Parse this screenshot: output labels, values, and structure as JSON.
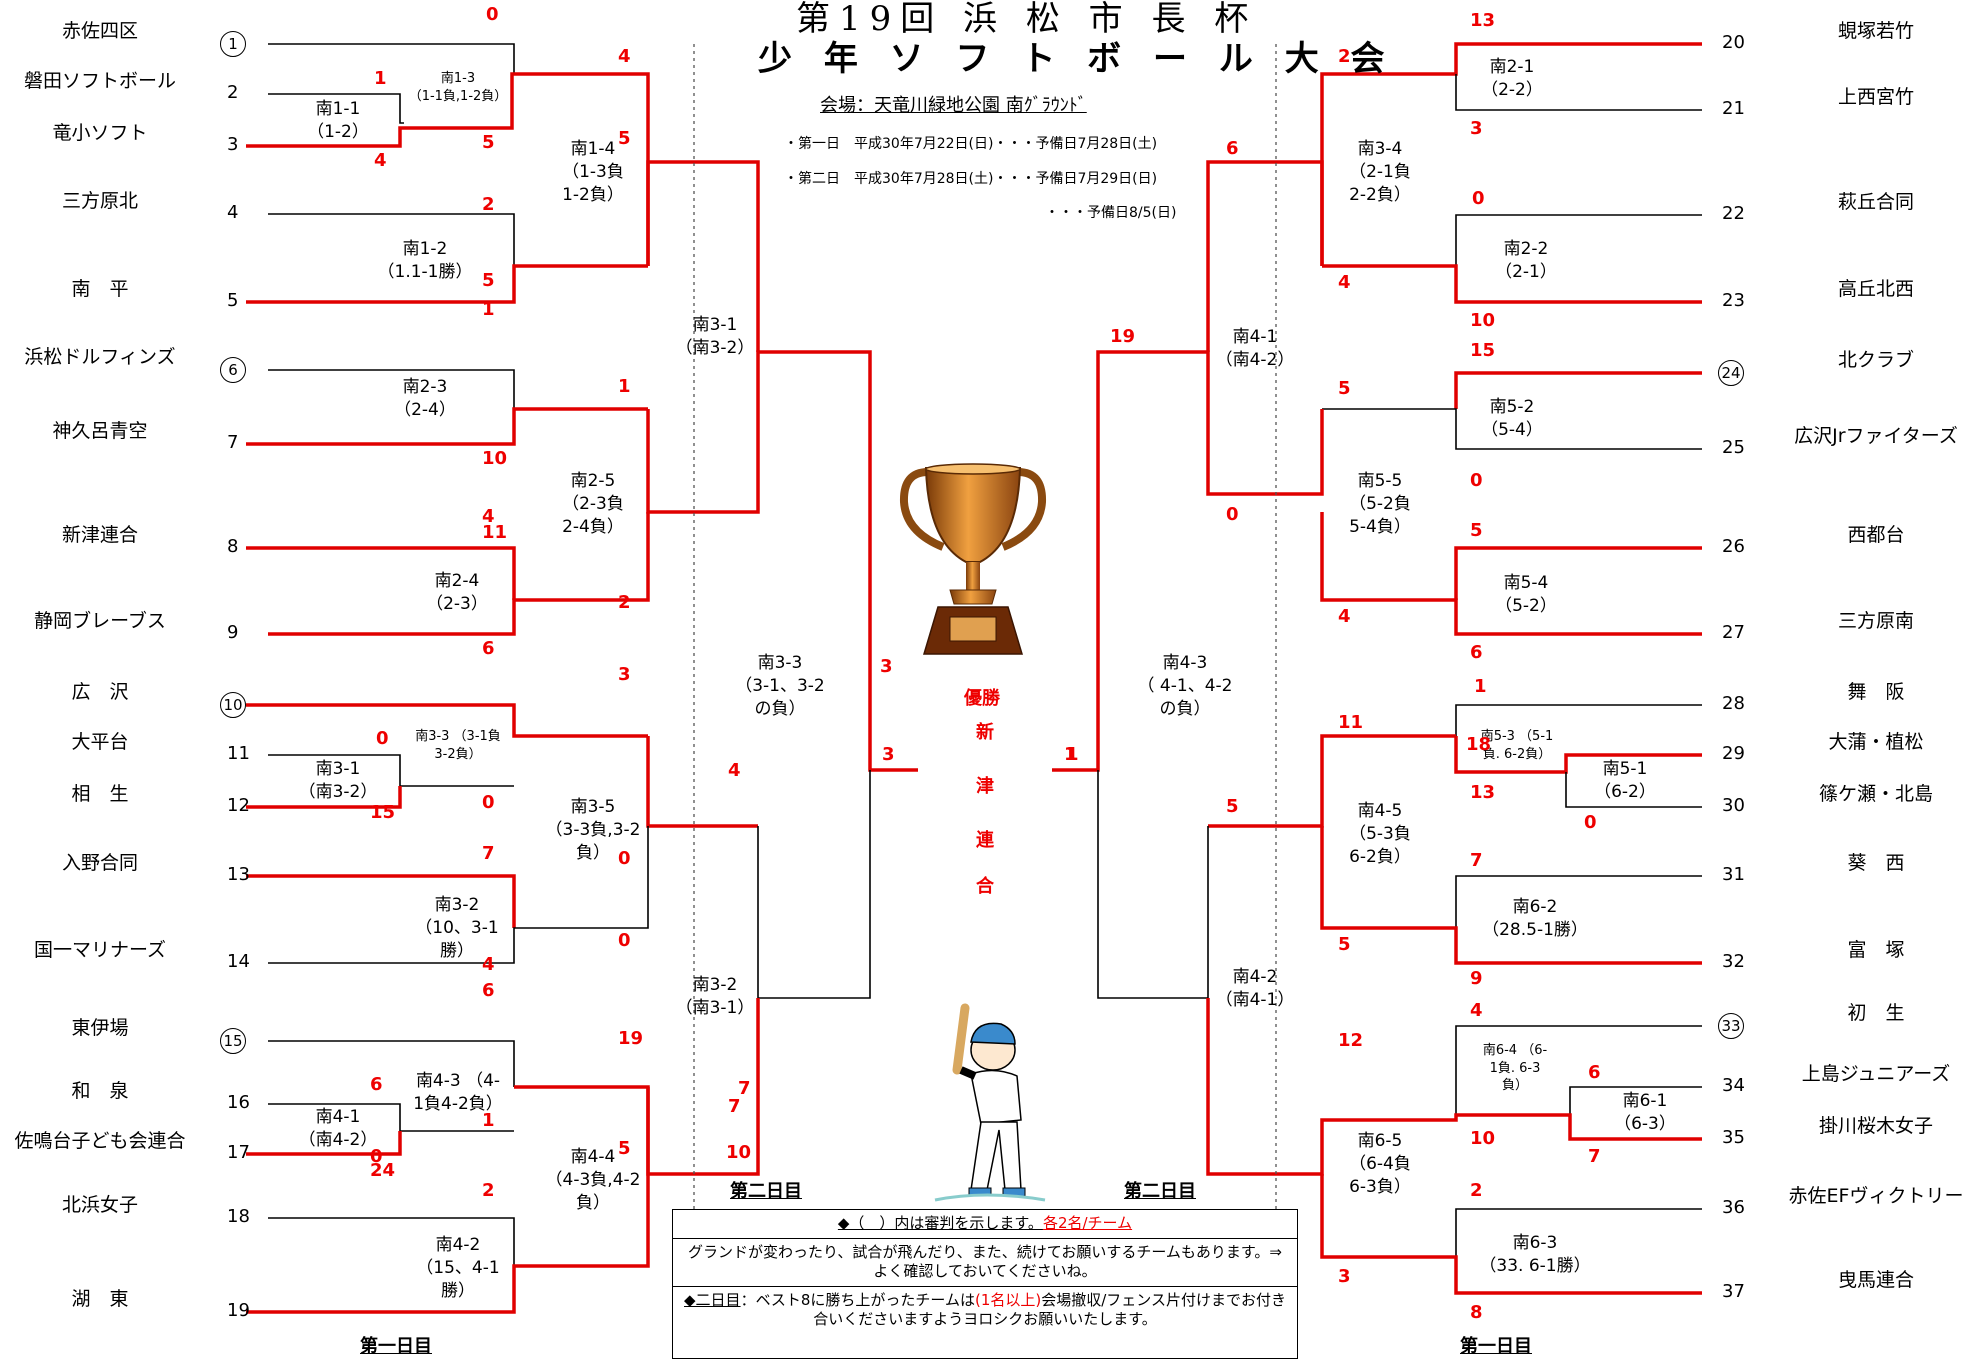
{
  "title": {
    "line1": "第19回 浜 松 市 長 杯",
    "line2": "少 年 ソ フ ト ボ ー ル 大 会"
  },
  "venue": "会場：天竜川緑地公園 南ｸﾞﾗｳﾝﾄﾞ",
  "schedule": [
    "・第一日　平成30年7月22日(日)・・・予備日7月28日(土)",
    "・第二日　平成30年7月28日(土)・・・予備日7月29日(日)",
    "・・・予備日8/5(日)"
  ],
  "champion": {
    "label": "優勝",
    "name": [
      "新",
      "津",
      "連",
      "合"
    ]
  },
  "days": {
    "day1_left": "第一日目",
    "day1_right": "第一日目",
    "day2_left": "第二日目",
    "day2_right": "第二日目"
  },
  "left_teams": [
    {
      "seed": "1",
      "circled": true,
      "name": "赤佐四区"
    },
    {
      "seed": "2",
      "circled": false,
      "name": "磐田ソフトボール"
    },
    {
      "seed": "3",
      "circled": false,
      "name": "竜小ソフト"
    },
    {
      "seed": "4",
      "circled": false,
      "name": "三方原北"
    },
    {
      "seed": "5",
      "circled": false,
      "name": "南　平"
    },
    {
      "seed": "6",
      "circled": true,
      "name": "浜松ドルフィンズ"
    },
    {
      "seed": "7",
      "circled": false,
      "name": "神久呂青空"
    },
    {
      "seed": "8",
      "circled": false,
      "name": "新津連合"
    },
    {
      "seed": "9",
      "circled": false,
      "name": "静岡ブレーブス"
    },
    {
      "seed": "10",
      "circled": true,
      "name": "広　沢"
    },
    {
      "seed": "11",
      "circled": false,
      "name": "大平台"
    },
    {
      "seed": "12",
      "circled": false,
      "name": "相　生"
    },
    {
      "seed": "13",
      "circled": false,
      "name": "入野合同"
    },
    {
      "seed": "14",
      "circled": false,
      "name": "国一マリナーズ"
    },
    {
      "seed": "15",
      "circled": true,
      "name": "東伊場"
    },
    {
      "seed": "16",
      "circled": false,
      "name": "和　泉"
    },
    {
      "seed": "17",
      "circled": false,
      "name": "佐鳴台子ども会連合"
    },
    {
      "seed": "18",
      "circled": false,
      "name": "北浜女子"
    },
    {
      "seed": "19",
      "circled": false,
      "name": "湖　東"
    }
  ],
  "right_teams": [
    {
      "seed": "20",
      "circled": false,
      "name": "蜆塚若竹"
    },
    {
      "seed": "21",
      "circled": false,
      "name": "上西宮竹"
    },
    {
      "seed": "22",
      "circled": false,
      "name": "萩丘合同"
    },
    {
      "seed": "23",
      "circled": false,
      "name": "高丘北西"
    },
    {
      "seed": "24",
      "circled": true,
      "name": "北クラブ"
    },
    {
      "seed": "25",
      "circled": false,
      "name": "広沢Jrファイターズ"
    },
    {
      "seed": "26",
      "circled": false,
      "name": "西都台"
    },
    {
      "seed": "27",
      "circled": false,
      "name": "三方原南"
    },
    {
      "seed": "28",
      "circled": false,
      "name": "舞　阪"
    },
    {
      "seed": "29",
      "circled": false,
      "name": "大蒲・植松"
    },
    {
      "seed": "30",
      "circled": false,
      "name": "篠ケ瀬・北島"
    },
    {
      "seed": "31",
      "circled": false,
      "name": "葵　西"
    },
    {
      "seed": "32",
      "circled": false,
      "name": "富　塚"
    },
    {
      "seed": "33",
      "circled": true,
      "name": "初　生"
    },
    {
      "seed": "34",
      "circled": false,
      "name": "上島ジュニアーズ"
    },
    {
      "seed": "35",
      "circled": false,
      "name": "掛川桜木女子"
    },
    {
      "seed": "36",
      "circled": false,
      "name": "赤佐EFヴィクトリー"
    },
    {
      "seed": "37",
      "circled": false,
      "name": "曳馬連合"
    }
  ],
  "matches": {
    "m11": "南1-1\n（1-2）",
    "m13": "南1-3\n（1-1負,1-2負）",
    "m12": "南1-2\n（1.1-1勝）",
    "m14": "南1-4\n（1-3負\n1-2負）",
    "m23": "南2-3\n（2-4）",
    "m24": "南2-4\n（2-3）",
    "m25": "南2-5\n（2-3負\n2-4負）",
    "m31": "南3-1\n（南3-2）",
    "m31b": "南3-1\n（南3-2）",
    "m33a": "南3-3 （3-1負\n3-2負）",
    "m32": "南3-2\n（10、3-1\n勝）",
    "m35": "南3-5\n（3-3負,3-2\n負）",
    "m33": "南3-3\n（3-1、3-2\nの負）",
    "m32b": "南3-2\n（南3-1）",
    "m41": "南4-1\n（南4-2）",
    "m43": "南4-3 （4-\n1負4-2負）",
    "m42": "南4-2\n（15、4-1\n勝）",
    "m44": "南4-4\n（4-3負,4-2\n負）",
    "r21": "南2-1\n（2-2）",
    "r22": "南2-2\n（2-1）",
    "r34": "南3-4\n（2-1負\n2-2負）",
    "r41": "南4-1\n（南4-2）",
    "r52": "南5-2\n（5-4）",
    "r54": "南5-4\n（5-2）",
    "r55": "南5-5\n（5-2負\n5-4負）",
    "r43": "南4-3\n（ 4-1、4-2\nの負）",
    "r53": "南5-3 （5-1\n負. 6-2負）",
    "r51": "南5-1\n（6-2）",
    "r45": "南4-5\n（5-3負\n6-2負）",
    "r62": "南6-2\n（28.5-1勝）",
    "r42": "南4-2\n（南4-1）",
    "r64": "南6-4 （6-\n1負. 6-3\n負）",
    "r61": "南6-1\n（6-3）",
    "r65": "南6-5\n（6-4負\n6-3負）",
    "r63": "南6-3\n（33. 6-1勝）"
  },
  "scores": {
    "a": [
      "0",
      "1",
      "4",
      "5",
      "4",
      "2",
      "5",
      "5",
      "1",
      "1",
      "10",
      "4",
      "11",
      "2",
      "6",
      "0",
      "3",
      "15",
      "0",
      "7",
      "0",
      "4",
      "0",
      "6",
      "19",
      "7",
      "24",
      "1",
      "0",
      "2",
      "6",
      "7",
      "5",
      "3",
      "4",
      "10",
      "3",
      "1"
    ],
    "b": [
      "13",
      "3",
      "2",
      "6",
      "0",
      "10",
      "4",
      "15",
      "5",
      "0",
      "19",
      "0",
      "5",
      "4",
      "6",
      "1",
      "11",
      "18",
      "13",
      "0",
      "5",
      "7",
      "5",
      "9",
      "4",
      "12",
      "6",
      "10",
      "7",
      "2",
      "3",
      "8",
      "1"
    ]
  },
  "notes": {
    "row1_a": "◆（　）内は審判を示します。",
    "row1_b": "各2名/チーム",
    "row2": "グランドが変わったり、試合が飛んだり、また、続けてお願いするチームもあります。⇒よく確認しておいてくださいね。",
    "row3_a": "◆二日目",
    "row3_b": "：ベスト8に勝ち上がったチームは",
    "row3_c": "(1名以上)",
    "row3_d": "会場撤収/フェンス片付けまでお付き合いくださいますようヨロシクお願いいたします。"
  },
  "colors": {
    "winner_line": "#e00000",
    "line": "#000000",
    "score": "#e00000"
  }
}
